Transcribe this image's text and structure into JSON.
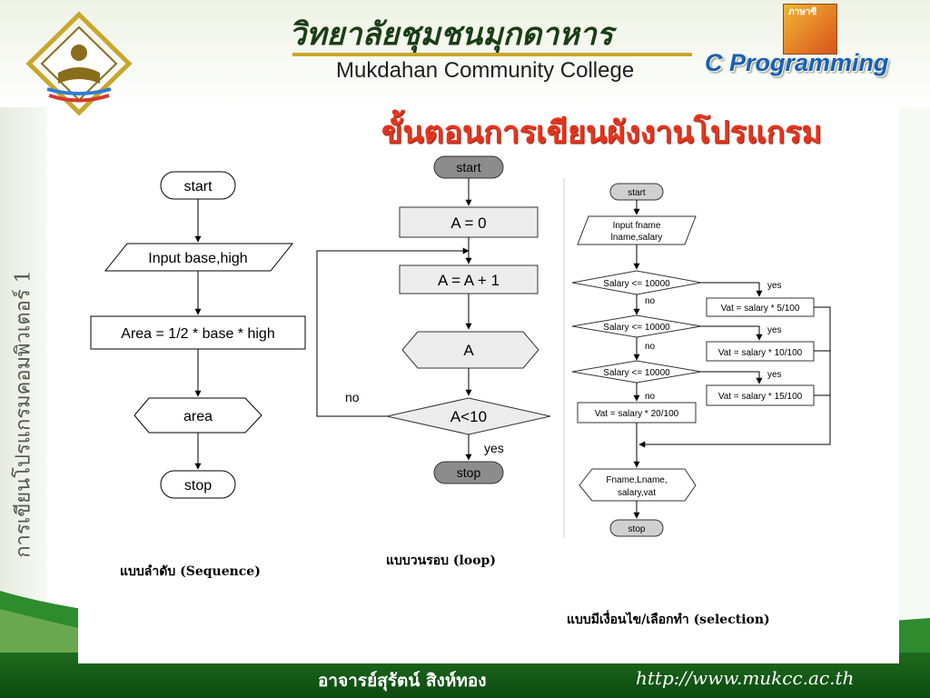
{
  "header": {
    "college_thai": "วิทยาลัยชุมชนมุกดาหาร",
    "college_en": "Mukdahan Community College",
    "course": "C Programming",
    "book_label": "ภาษาซี"
  },
  "slide_title": "ขั้นตอนการเขียนผังงานโปรแกรม",
  "side_caption": "การเขียนโปรแกรมคอมพิวเตอร์ 1",
  "sequence": {
    "start": "start",
    "input": "Input base,high",
    "process": "Area = 1/2 * base * high",
    "output": "area",
    "stop": "stop",
    "caption": "แบบลำดับ (Sequence)"
  },
  "loop": {
    "start": "start",
    "init": "A = 0",
    "increment": "A = A + 1",
    "display": "A",
    "condition": "A<10",
    "no_label": "no",
    "yes_label": "yes",
    "stop": "stop",
    "caption": "แบบวนรอบ (loop)"
  },
  "selection": {
    "start": "start",
    "input_line1": "Input fname",
    "input_line2": "lname,salary",
    "cond1": "Salary <= 10000",
    "cond2": "Salary <= 10000",
    "cond3": "Salary <= 10000",
    "yes": "yes",
    "no": "no",
    "vat1": "Vat = salary * 5/100",
    "vat2": "Vat = salary * 10/100",
    "vat3": "Vat = salary * 15/100",
    "vat4": "Vat = salary * 20/100",
    "output_line1": "Fname,Lname,",
    "output_line2": "salary,vat",
    "stop": "stop",
    "caption": "แบบมีเงื่อนไข/เลือกทำ (selection)"
  },
  "footer": {
    "teacher": "อาจารย์สุรัตน์  สิงห์ทอง",
    "url": "http://www.mukcc.ac.th"
  },
  "colors": {
    "title_red": "#e8341c",
    "course_blue": "#1a5fb4",
    "footer_green": "#1e6b1e",
    "loop_terminal": "#8c8c8c",
    "loop_box": "#ececec"
  }
}
